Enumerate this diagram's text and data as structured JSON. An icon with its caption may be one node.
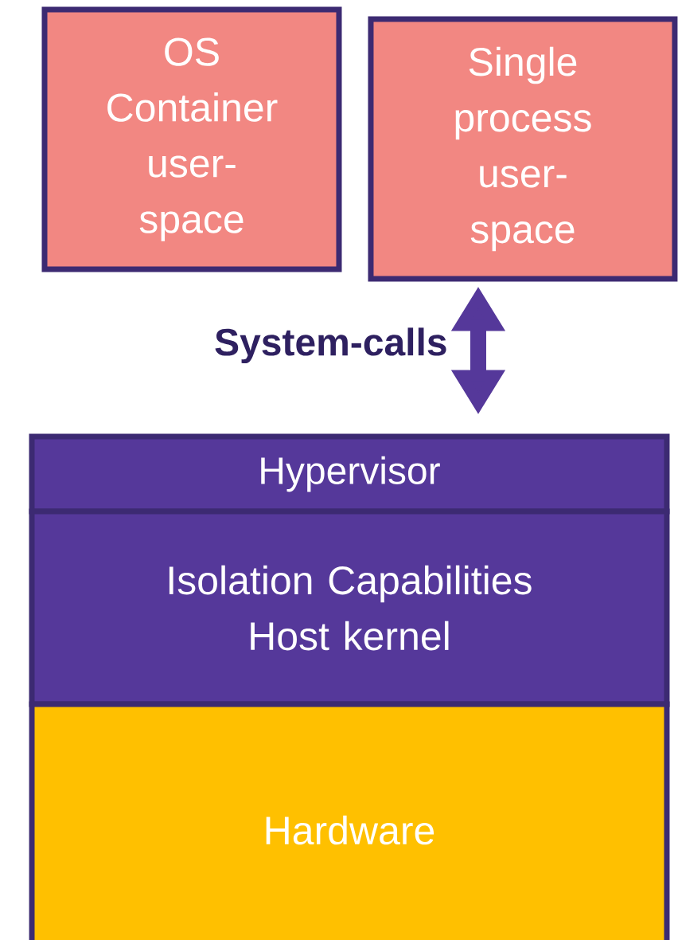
{
  "diagram": {
    "nodes": [
      {
        "text": [
          "OS Container user-space"
        ]
      },
      {
        "text": [
          "Single process user-space"
        ]
      },
      {
        "text": [
          "Hypervisor"
        ]
      },
      {
        "text": [
          "Isolation Capabilities Host kernel"
        ]
      },
      {
        "text": [
          "Hardware"
        ]
      }
    ],
    "edges": [
      {
        "from": 1,
        "to": 2,
        "arrow": "both",
        "label": "System-calls"
      }
    ]
  }
}
